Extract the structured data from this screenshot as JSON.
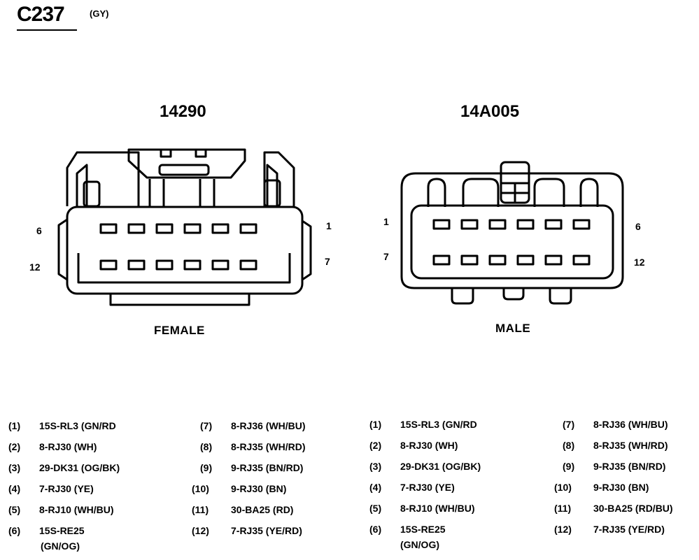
{
  "header": {
    "connector_id": "C237",
    "color_code": "(GY)"
  },
  "female": {
    "part_number": "14290",
    "gender": "FEMALE",
    "pin_labels": {
      "top_left": "6",
      "bottom_left": "12",
      "top_right": "1",
      "bottom_right": "7"
    }
  },
  "male": {
    "part_number": "14A005",
    "gender": "MALE",
    "pin_labels": {
      "top_left": "1",
      "bottom_left": "7",
      "top_right": "6",
      "bottom_right": "12"
    }
  },
  "pinout_female": [
    {
      "pin": "(1)",
      "wire": "15S-RL3 (GN/RD"
    },
    {
      "pin": "(2)",
      "wire": "8-RJ30 (WH)"
    },
    {
      "pin": "(3)",
      "wire": "29-DK31 (OG/BK)"
    },
    {
      "pin": "(4)",
      "wire": "7-RJ30 (YE)"
    },
    {
      "pin": "(5)",
      "wire": "8-RJ10 (WH/BU)"
    },
    {
      "pin": "(6)",
      "wire": "15S-RE25",
      "wire_cont": "(GN/OG)"
    },
    {
      "pin": "(7)",
      "wire": "8-RJ36 (WH/BU)"
    },
    {
      "pin": "(8)",
      "wire": "8-RJ35 (WH/RD)"
    },
    {
      "pin": "(9)",
      "wire": "9-RJ35 (BN/RD)"
    },
    {
      "pin": "(10)",
      "wire": "9-RJ30 (BN)"
    },
    {
      "pin": "(11)",
      "wire": "30-BA25 (RD)"
    },
    {
      "pin": "(12)",
      "wire": "7-RJ35 (YE/RD)"
    }
  ],
  "pinout_male": [
    {
      "pin": "(1)",
      "wire": "15S-RL3 (GN/RD"
    },
    {
      "pin": "(2)",
      "wire": "8-RJ30 (WH)"
    },
    {
      "pin": "(3)",
      "wire": "29-DK31 (OG/BK)"
    },
    {
      "pin": "(4)",
      "wire": "7-RJ30 (YE)"
    },
    {
      "pin": "(5)",
      "wire": "8-RJ10 (WH/BU)"
    },
    {
      "pin": "(6)",
      "wire": "15S-RE25",
      "wire_cont": "(GN/OG)"
    },
    {
      "pin": "(7)",
      "wire": "8-RJ36 (WH/BU)"
    },
    {
      "pin": "(8)",
      "wire": "8-RJ35 (WH/RD)"
    },
    {
      "pin": "(9)",
      "wire": "9-RJ35 (BN/RD)"
    },
    {
      "pin": "(10)",
      "wire": "9-RJ30 (BN)"
    },
    {
      "pin": "(11)",
      "wire": "30-BA25 (RD/BU)"
    },
    {
      "pin": "(12)",
      "wire": "7-RJ35 (YE/RD)"
    }
  ]
}
